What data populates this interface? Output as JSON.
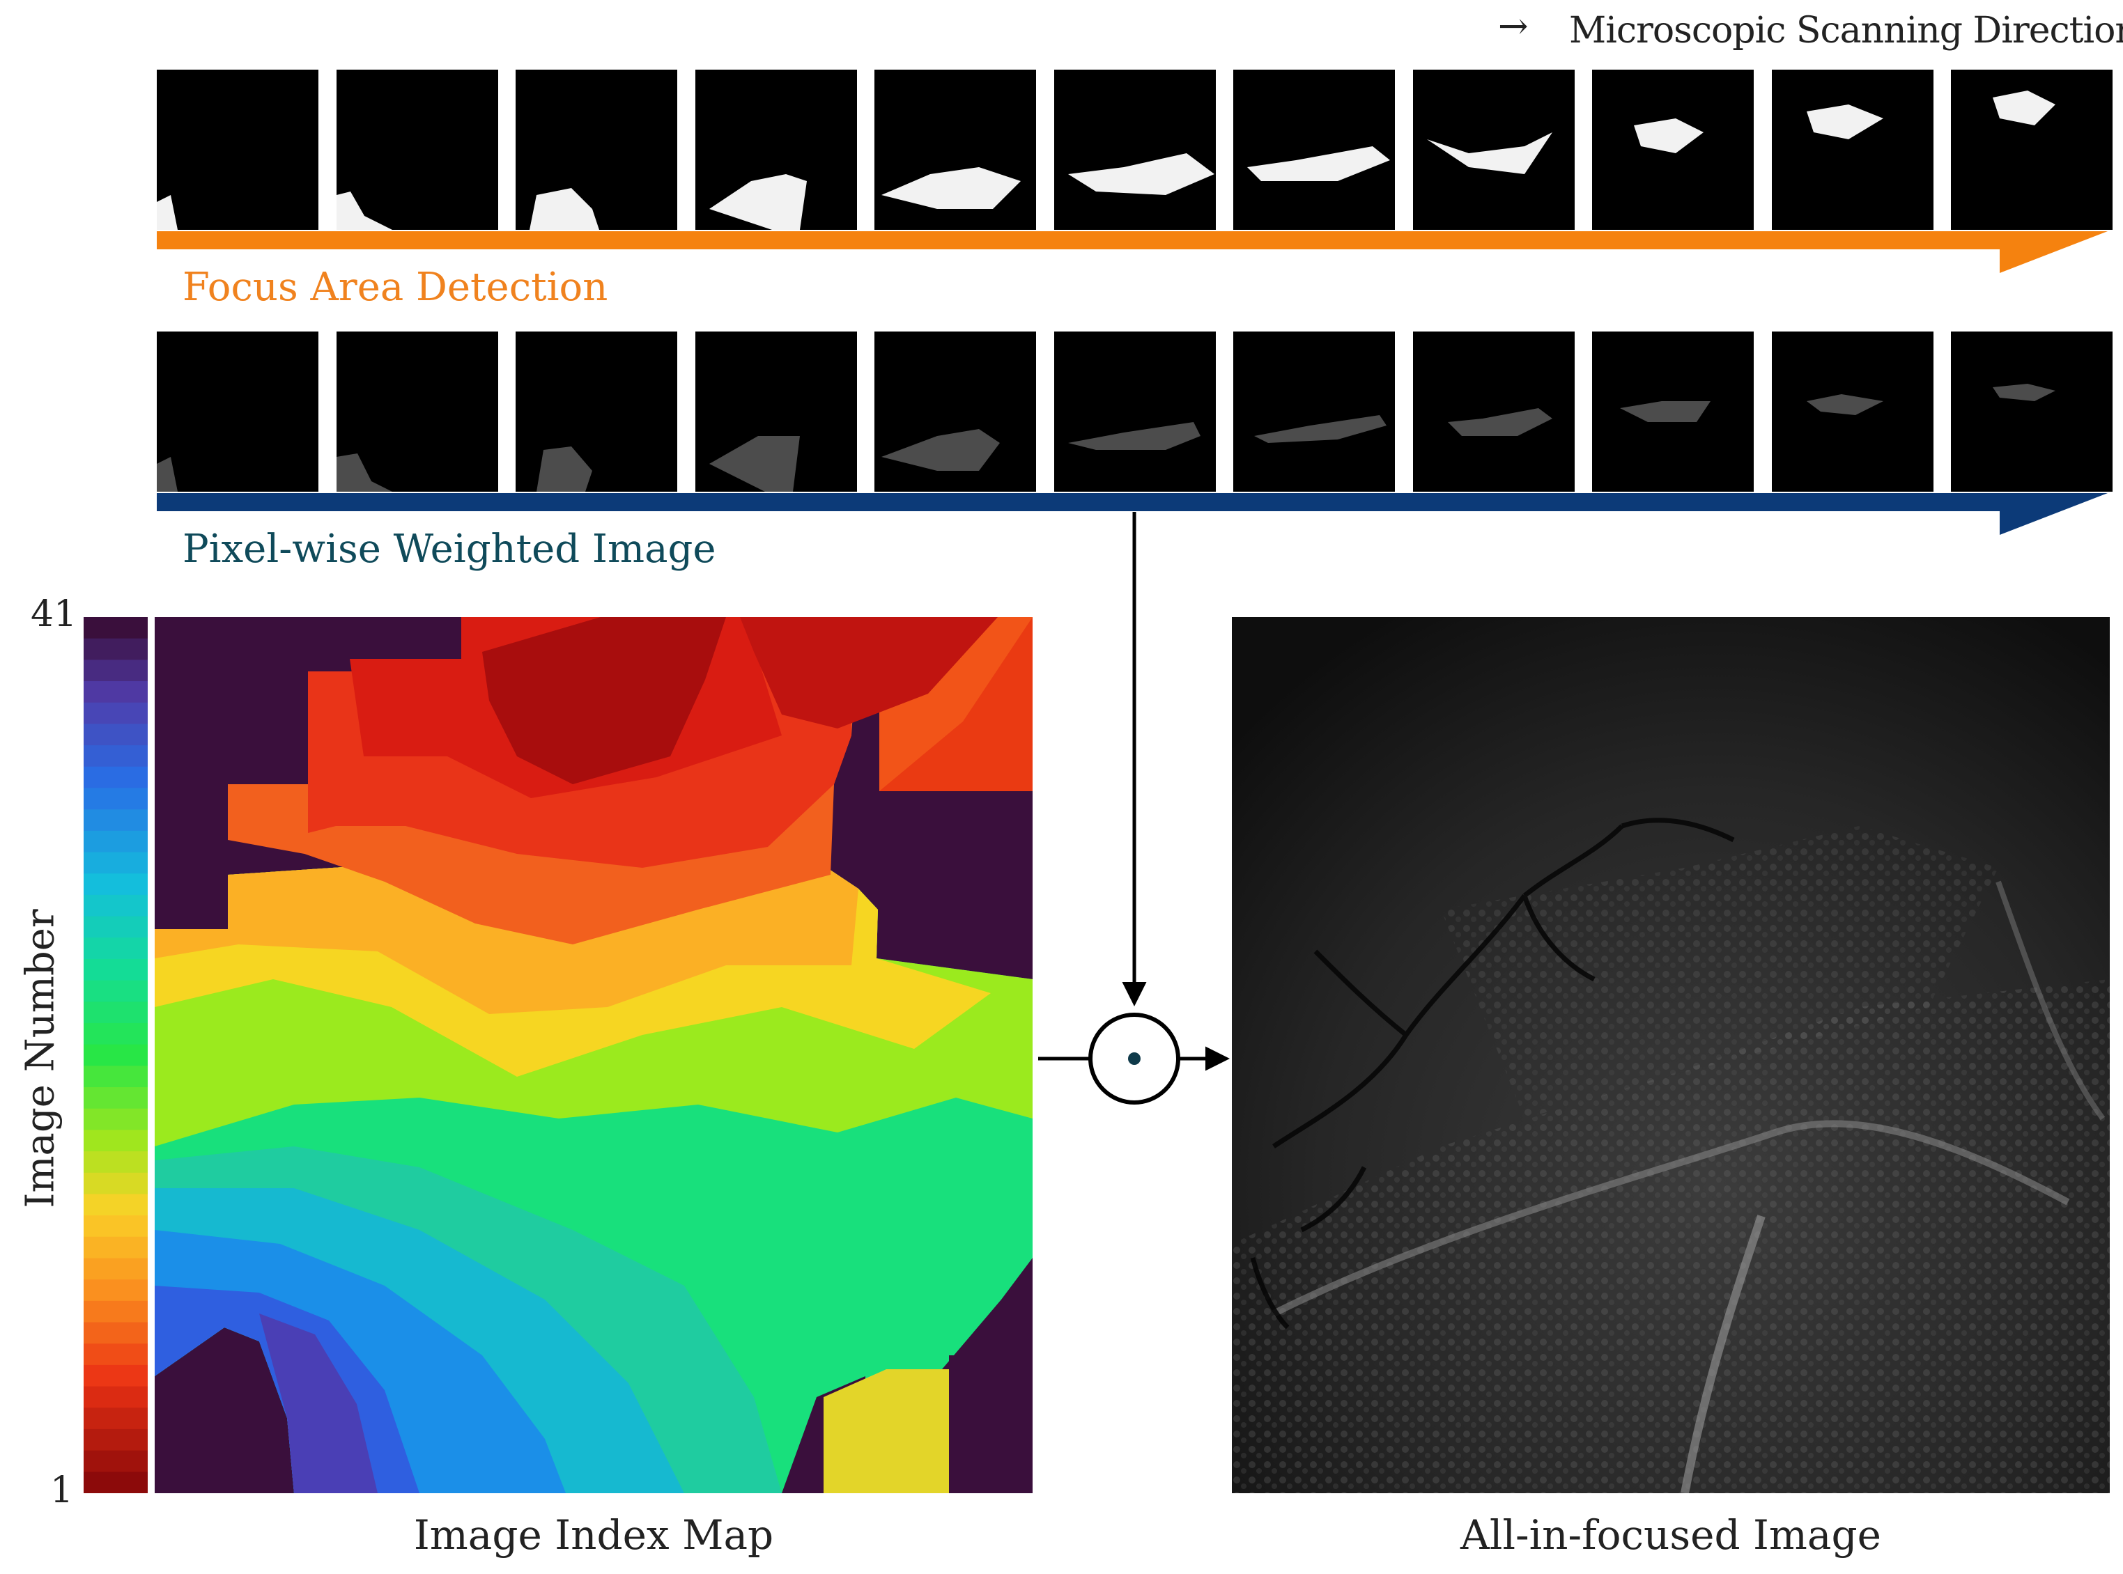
{
  "direction": {
    "arrow": "→",
    "label": "Microscopic Scanning Direction"
  },
  "focus_row": {
    "label": "Focus Area Detection",
    "color": "#F5820F",
    "tile_count": 11
  },
  "weighted_row": {
    "label": "Pixel-wise Weighted Image",
    "color": "#0C3A78",
    "tile_count": 11
  },
  "index_map": {
    "label": "Image Index Map",
    "colorbar_label": "Image Number",
    "max_tick": "41",
    "min_tick": "1",
    "background_color": "#3A0F3C"
  },
  "operator": {
    "symbol": "elementwise-product"
  },
  "result": {
    "label": "All-in-focused Image"
  }
}
